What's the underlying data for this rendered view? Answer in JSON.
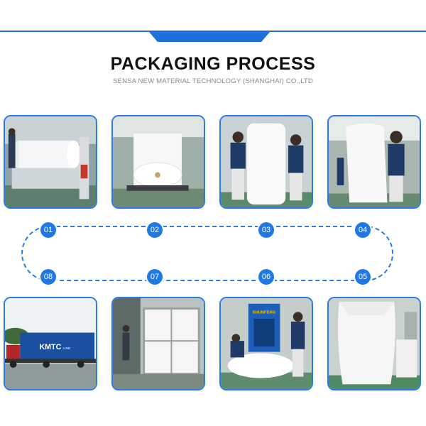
{
  "header": {
    "title": "PACKAGING PROCESS",
    "subtitle": "SENSA NEW MATERIAL TECHNOLOGY (SHANGHAI) CO.,LTD"
  },
  "steps": {
    "s01": "01",
    "s02": "02",
    "s03": "03",
    "s04": "04",
    "s05": "05",
    "s06": "06",
    "s07": "07",
    "s08": "08"
  },
  "photos": {
    "truck_text": "KMTC",
    "truck_sub": "LINE",
    "baler_text": "SHUNFENG"
  },
  "colors": {
    "accent": "#1e78e6"
  }
}
